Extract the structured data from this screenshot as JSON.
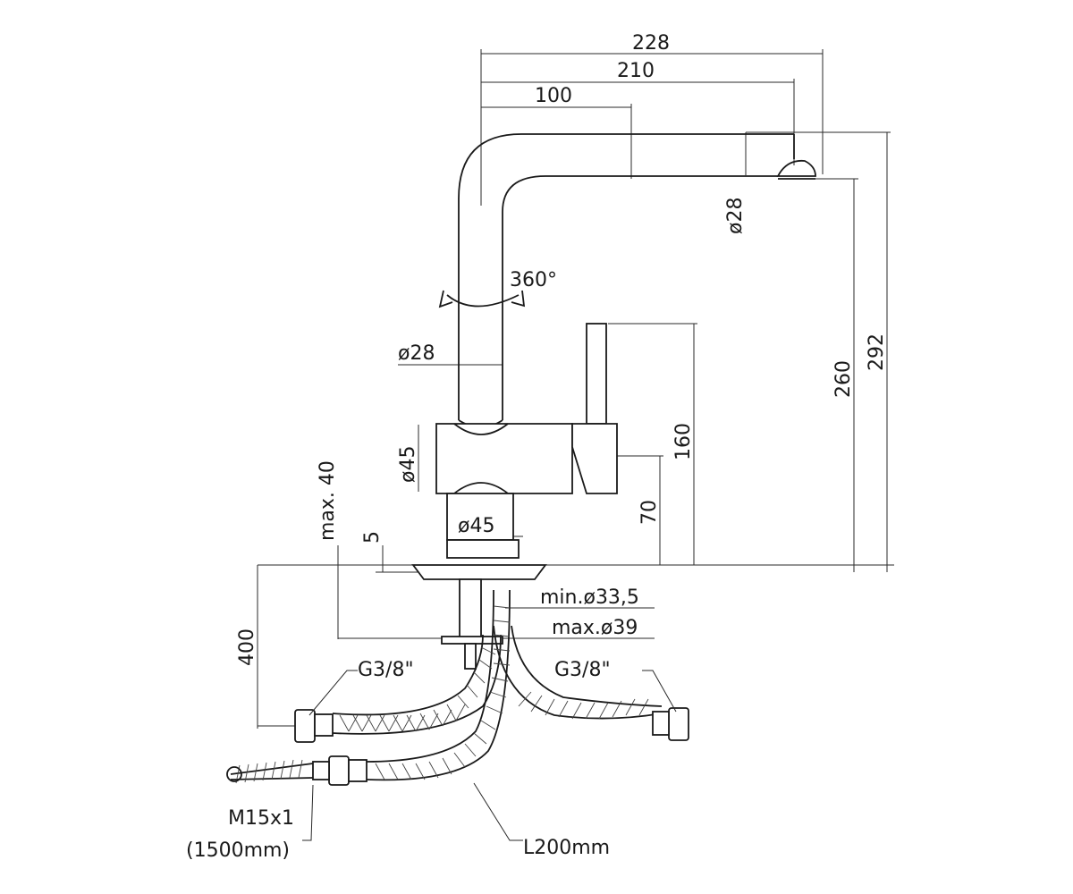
{
  "dimensions": {
    "width_228": "228",
    "width_210": "210",
    "width_100": "100",
    "spout_diameter": "ø28",
    "rotation": "360°",
    "body_pipe_diameter": "ø28",
    "height_260": "260",
    "height_292": "292",
    "lever_height_160": "160",
    "body_diameter": "ø45",
    "height_70": "70",
    "max_40": "max. 40",
    "gap_5": "5",
    "base_diameter": "ø45",
    "hole_min": "min.ø33,5",
    "hole_max": "max.ø39",
    "depth_400": "400"
  },
  "connections": {
    "left_thread": "G3/8\"",
    "right_thread": "G3/8\"",
    "shower_thread": "M15x1",
    "shower_length": "(1500mm)",
    "hose_length": "L200mm"
  }
}
